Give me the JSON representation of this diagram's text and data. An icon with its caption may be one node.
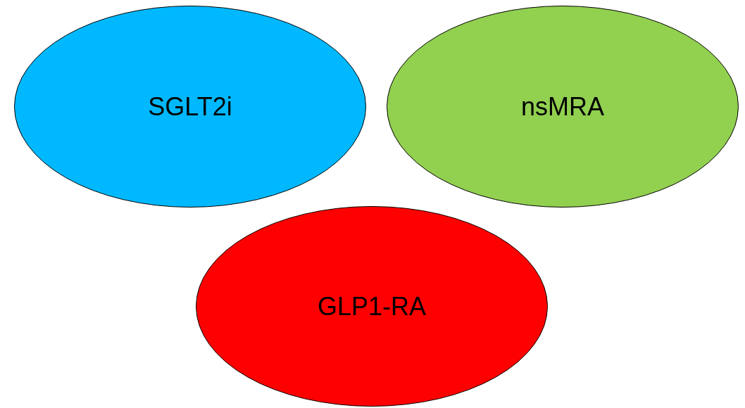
{
  "diagram": {
    "nodes": [
      {
        "text": [
          "SGLT2i"
        ]
      },
      {
        "text": [
          "nsMRA"
        ]
      },
      {
        "text": [
          "GLP1-RA"
        ]
      }
    ]
  }
}
